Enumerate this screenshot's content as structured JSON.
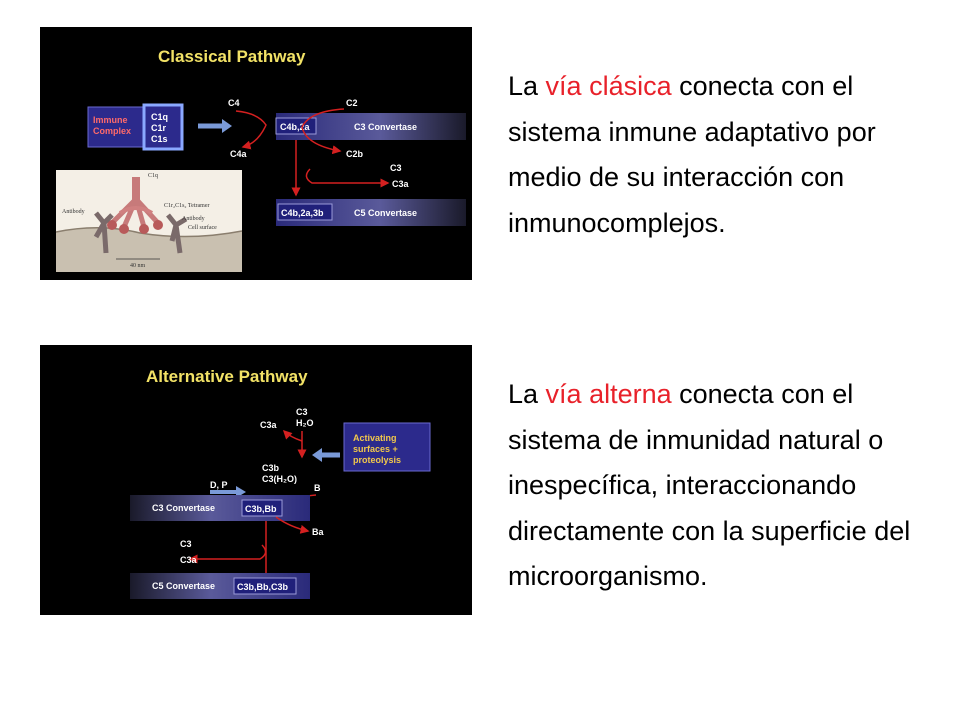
{
  "classical": {
    "title": "Classical Pathway",
    "immune_complex": [
      "Immune",
      "Complex"
    ],
    "c1": [
      "C1q",
      "C1r",
      "C1s"
    ],
    "c4": "C4",
    "c4a": "C4a",
    "c2": "C2",
    "c2b": "C2b",
    "c4b2a": "C4b,2a",
    "c3_convertase": "C3 Convertase",
    "c3": "C3",
    "c3a": "C3a",
    "c4b2a3b": "C4b,2a,3b",
    "c5_convertase": "C5 Convertase",
    "figure_labels": {
      "c1q": "C1q",
      "antibody_left": "Antibody",
      "tetramer": "C1r₂C1s₂ Tetramer",
      "antibody_right": "Antibody",
      "cell_surface": "Cell surface",
      "scale": "40 nm"
    }
  },
  "alternative": {
    "title": "Alternative Pathway",
    "c3a_top": "C3a",
    "c3_h2o_top": [
      "C3",
      "H₂O"
    ],
    "activating": [
      "Activating",
      "surfaces +",
      "proteolysis"
    ],
    "c3b": "C3b",
    "c3h2o": "C3(H₂O)",
    "dp": "D, P",
    "b": "B",
    "c3_convertase": "C3 Convertase",
    "c3bbb": "C3b,Bb",
    "ba": "Ba",
    "c3": "C3",
    "c3a": "C3a",
    "c5_convertase": "C5 Convertase",
    "c3bbbc3b": "C3b,Bb,C3b"
  },
  "text": {
    "classical": {
      "pre": "La ",
      "highlight": "vía clásica",
      "post": " conecta con el sistema inmune adaptativo por medio de su interacción con inmunocomplejos."
    },
    "alternative": {
      "pre": "La ",
      "highlight": "vía alterna",
      "post": " conecta con el sistema de inmunidad natural o inespecífica, interaccionando directamente con la superficie del microorganismo."
    }
  },
  "colors": {
    "highlight": "#e8212a",
    "panel_bg": "#000000",
    "title": "#f2e266",
    "arrow": "#d42020",
    "blue_box": "#2c2a8c"
  }
}
